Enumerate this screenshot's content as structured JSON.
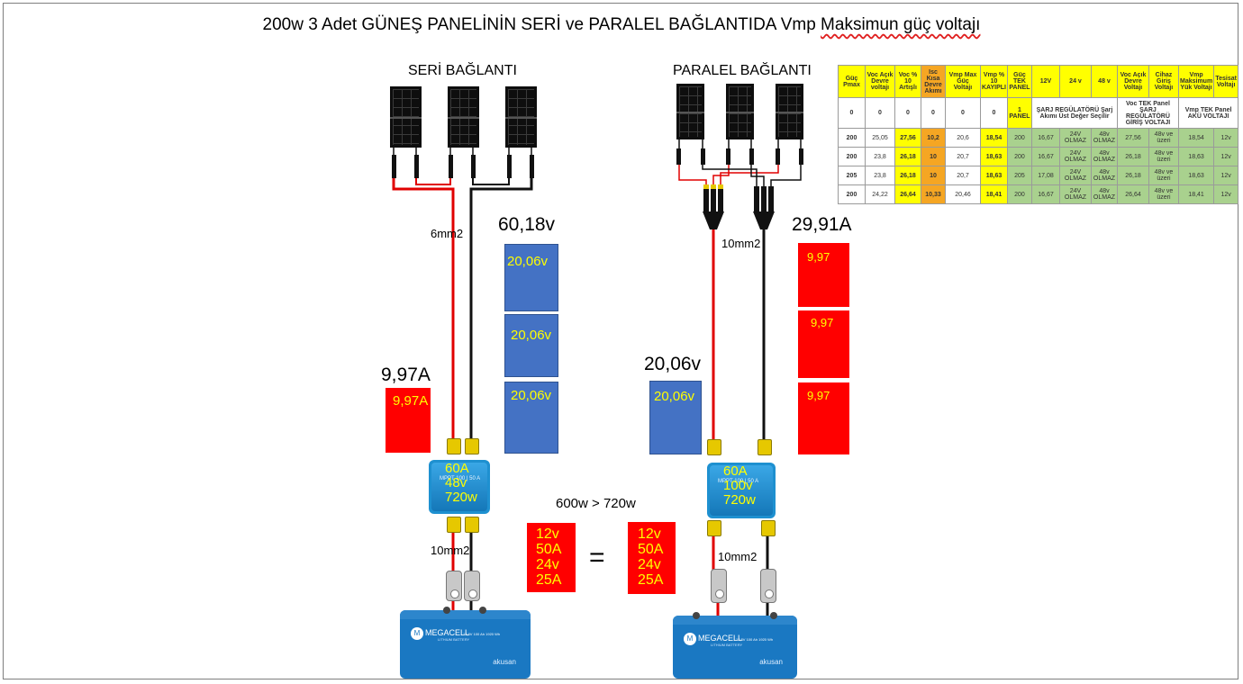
{
  "title_main": "200w 3 Adet GÜNEŞ PANELİNİN SERİ ve PARALEL BAĞLANTIDA Vmp",
  "title_squiggle": "Maksimun güç voltajı",
  "series": {
    "heading": "SERİ BAĞLANTI",
    "cable_panel": "6mm2",
    "voltage_total": "60,18v",
    "blocks": [
      "20,06v",
      "20,06v",
      "20,06v"
    ],
    "current_label": "9,97A",
    "current_block": "9,97A",
    "controller": [
      "60A",
      "48v",
      "720w"
    ],
    "controller_model": "MPPT 100 | 50 A",
    "cable_battery": "10mm2"
  },
  "parallel": {
    "heading": "PARALEL BAĞLANTI",
    "cable_panel": "10mm2",
    "current_total": "29,91A",
    "blocks": [
      "9,97",
      "9,97",
      "9,97"
    ],
    "voltage_label": "20,06v",
    "voltage_block": "20,06v",
    "controller": [
      "60A",
      "100v",
      "720w"
    ],
    "controller_model": "MPPT 100 | 50 A",
    "cable_battery": "10mm2"
  },
  "compare": {
    "text": "600w > 720w",
    "left": [
      "12v",
      "50A",
      "24v",
      "25A"
    ],
    "equals": "=",
    "right": [
      "12v",
      "50A",
      "24v",
      "25A"
    ]
  },
  "battery": {
    "brand": "MEGACELL",
    "sub": "LITHIUM BATTERY",
    "spec": "12,8V 100 Ah 1920 Wh",
    "maker": "akusan"
  },
  "table": {
    "header": [
      "Güç Pmax",
      "Voc Açık Devre voltajı",
      "Voc % 10 Artışlı",
      "Isc Kısa Devre Akımı",
      "Vmp Max Güç Voltajı",
      "Vmp % 10 KAYIPLI",
      "Güç TEK PANEL",
      "12V",
      "24 v",
      "48 v",
      "Voc Açık Devre Voltajı",
      "Cihaz Giriş Voltajı",
      "Vmp Maksimum Yük Voltajı",
      "Tesisat Voltajı"
    ],
    "subheader_zeros": [
      "0",
      "0",
      "0",
      "0",
      "0",
      "0"
    ],
    "subheader_panel": "1 PANEL",
    "subheader_regulator": "ŞARJ REGÜLATÖRÜ Şarj Akımı Üst Değer Seçilir",
    "subheader_voc": "Voc TEK Panel ŞARJ REGÜLATÖRÜ GİRİŞ VOLTAJI",
    "subheader_vmp": "Vmp TEK Panel AKÜ VOLTAJI",
    "rows": [
      [
        "200",
        "25,05",
        "27,56",
        "10,2",
        "20,6",
        "18,54",
        "200",
        "16,67",
        "24V OLMAZ",
        "48v OLMAZ",
        "27,56",
        "48v ve üzeri",
        "18,54",
        "12v"
      ],
      [
        "200",
        "23,8",
        "26,18",
        "10",
        "20,7",
        "18,63",
        "200",
        "16,67",
        "24V OLMAZ",
        "48v OLMAZ",
        "26,18",
        "48v ve üzeri",
        "18,63",
        "12v"
      ],
      [
        "205",
        "23,8",
        "26,18",
        "10",
        "20,7",
        "18,63",
        "205",
        "17,08",
        "24V OLMAZ",
        "48v OLMAZ",
        "26,18",
        "48v ve üzeri",
        "18,63",
        "12v"
      ],
      [
        "200",
        "24,22",
        "26,64",
        "10,33",
        "20,46",
        "18,41",
        "200",
        "16,67",
        "24V OLMAZ",
        "48v OLMAZ",
        "26,64",
        "48v ve üzeri",
        "18,41",
        "12v"
      ]
    ]
  }
}
